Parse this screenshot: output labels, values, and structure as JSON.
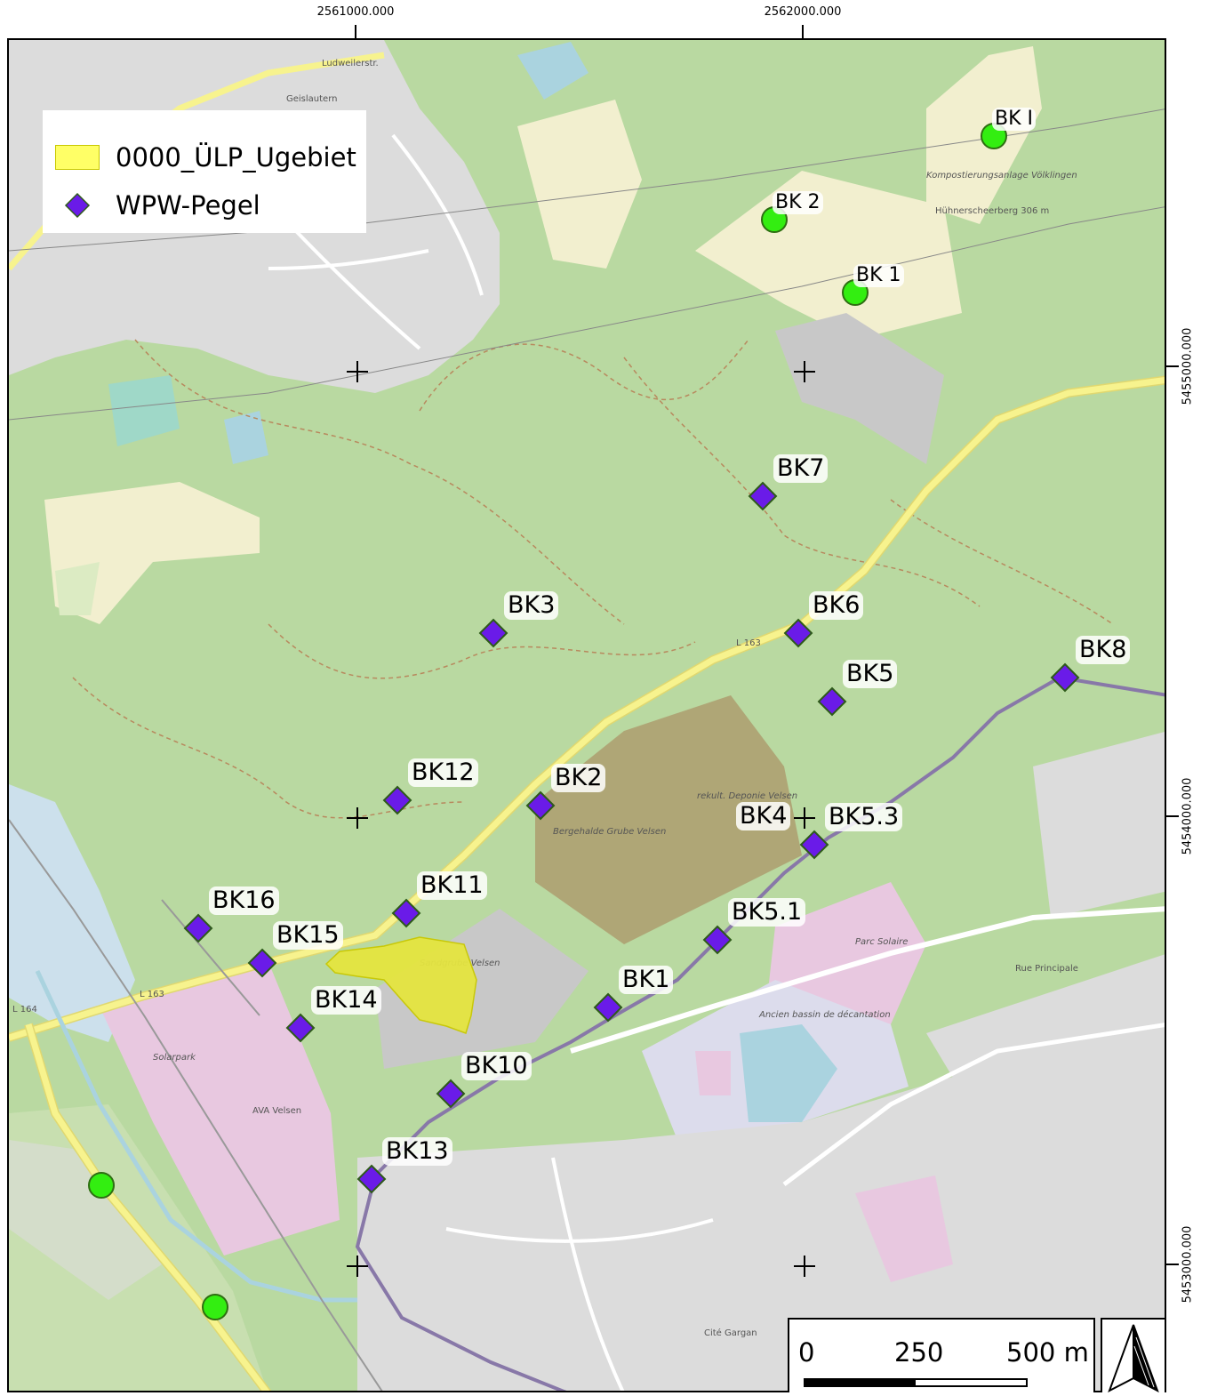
{
  "coordinates": {
    "x_labels": [
      "2561000.000",
      "2562000.000"
    ],
    "y_labels": [
      "5455000.000",
      "5454000.000",
      "5453000.000"
    ]
  },
  "legend": {
    "items": [
      {
        "label": "0000_ÜLP_Ugebiet",
        "symbol": "polygon",
        "color": "#ffff66"
      },
      {
        "label": "WPW-Pegel",
        "symbol": "diamond",
        "color": "#6a1be8"
      }
    ]
  },
  "wpw_points": [
    {
      "id": "BK7",
      "label": "BK7"
    },
    {
      "id": "BK3",
      "label": "BK3"
    },
    {
      "id": "BK6",
      "label": "BK6"
    },
    {
      "id": "BK8",
      "label": "BK8"
    },
    {
      "id": "BK5",
      "label": "BK5"
    },
    {
      "id": "BK12",
      "label": "BK12"
    },
    {
      "id": "BK2",
      "label": "BK2"
    },
    {
      "id": "BK4",
      "label": "BK4"
    },
    {
      "id": "BK5.3",
      "label": "BK5.3"
    },
    {
      "id": "BK11",
      "label": "BK11"
    },
    {
      "id": "BK16",
      "label": "BK16"
    },
    {
      "id": "BK15",
      "label": "BK15"
    },
    {
      "id": "BK5.1",
      "label": "BK5.1"
    },
    {
      "id": "BK1",
      "label": "BK1"
    },
    {
      "id": "BK14",
      "label": "BK14"
    },
    {
      "id": "BK10",
      "label": "BK10"
    },
    {
      "id": "BK13",
      "label": "BK13"
    }
  ],
  "green_points": [
    {
      "id": "BK I",
      "label": "BK I"
    },
    {
      "id": "BK 2",
      "label": "BK 2"
    },
    {
      "id": "BK 1",
      "label": "BK 1"
    },
    {
      "id": "unlabeled-1",
      "label": ""
    },
    {
      "id": "unlabeled-2",
      "label": ""
    }
  ],
  "scalebar": {
    "labels": [
      "0",
      "250",
      "500 m"
    ]
  },
  "map_labels": {
    "geislautern": "Geislautern",
    "ludweilerstr": "Ludweilerstr.",
    "l163a": "L 163",
    "l163b": "L 163",
    "l164": "L 164",
    "sandgrube": "Sandgrube Velsen",
    "bergehalde": "Bergehalde Grube Velsen",
    "deponie": "rekult. Deponie Velsen",
    "parc_solaire": "Parc Solaire",
    "ancien_bassin": "Ancien bassin de décantation",
    "solarpark": "Solarpark",
    "ava": "AVA Velsen",
    "cite_gargan": "Cité Gargan",
    "kompost": "Kompostierungsanlage Völklingen",
    "huehnerscheerberg": "Hühnerscheerberg 306 m",
    "rue_principale": "Rue Principale"
  },
  "colors": {
    "forest": "#b9d9a1",
    "meadow": "#f2efcf",
    "quarry": "#c8c8c8",
    "industrial": "#e8c8e0",
    "spoil": "#ad9c6f",
    "road_yellow": "#f7f38e",
    "water": "#aad3df",
    "diamond": "#6a1be8",
    "green_point": "#33ee11"
  }
}
